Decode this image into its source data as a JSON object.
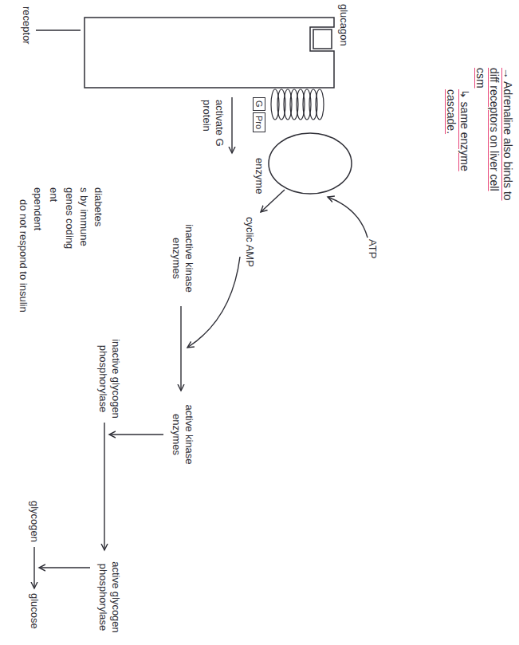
{
  "diagram": {
    "nodes": [
      {
        "text": [
          "G"
        ]
      },
      {
        "text": [
          "Pro"
        ]
      }
    ],
    "labels": [
      "glucagon",
      "receptor",
      "enzyme",
      "ATP",
      "activate G protein",
      "cyclic AMP",
      "inactive kinase enzymes",
      "active kinase enzymes",
      "inactive glycogen phosphorylase",
      "active glycogen phosphorylase",
      "glycogen",
      "glucose",
      "→ Adrenaline also binds to diff receptors on liver cell csm",
      "↳ same enzyme cascade.",
      "diabetes",
      "s by immune",
      "genes coding",
      "ent",
      "ependent",
      "do not respond to insulin"
    ]
  }
}
